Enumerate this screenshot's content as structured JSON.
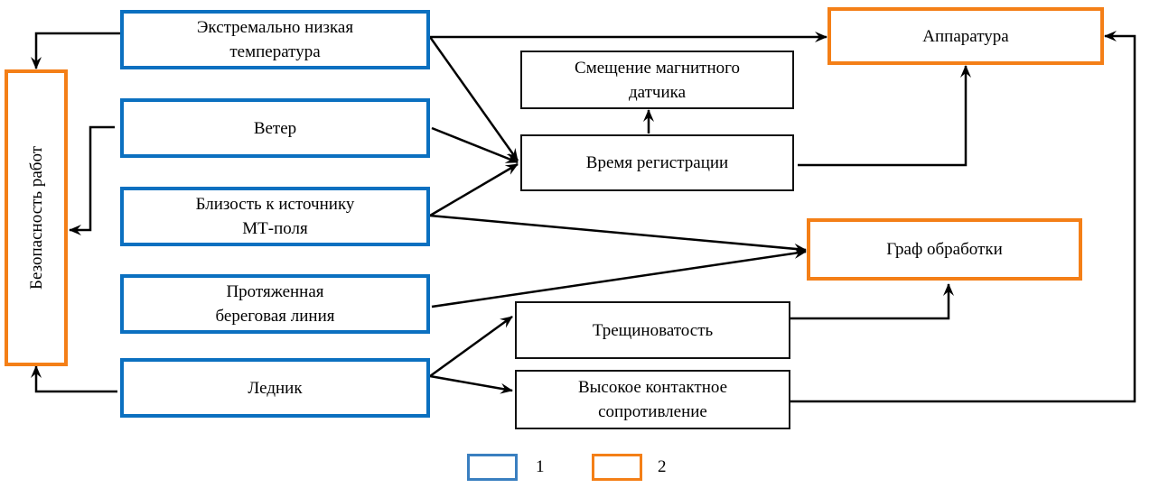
{
  "diagram": {
    "nodes": {
      "safety": "Безопасность работ",
      "low_temp": [
        "Экстремально низкая",
        "температура"
      ],
      "wind": "Ветер",
      "mt_source": [
        "Близость к источнику",
        "МТ-поля"
      ],
      "coastline": [
        "Протяженная",
        "береговая линия"
      ],
      "glacier": "Ледник",
      "sensor_shift": [
        "Смещение магнитного",
        "датчика"
      ],
      "reg_time": "Время регистрации",
      "fracturing": "Трещиноватость",
      "contact_res": [
        "Высокое контактное",
        "сопротивление"
      ],
      "equipment": "Аппаратура",
      "processing": "Граф обработки"
    },
    "edges": [
      {
        "from": "low_temp",
        "to": "safety"
      },
      {
        "from": "wind",
        "to": "safety"
      },
      {
        "from": "glacier",
        "to": "safety"
      },
      {
        "from": "low_temp",
        "to": "equipment"
      },
      {
        "from": "low_temp",
        "to": "reg_time"
      },
      {
        "from": "wind",
        "to": "reg_time"
      },
      {
        "from": "mt_source",
        "to": "reg_time"
      },
      {
        "from": "mt_source",
        "to": "processing"
      },
      {
        "from": "coastline",
        "to": "processing"
      },
      {
        "from": "reg_time",
        "to": "sensor_shift"
      },
      {
        "from": "reg_time",
        "to": "equipment"
      },
      {
        "from": "glacier",
        "to": "fracturing"
      },
      {
        "from": "glacier",
        "to": "contact_res"
      },
      {
        "from": "fracturing",
        "to": "processing"
      },
      {
        "from": "contact_res",
        "to": "equipment"
      }
    ],
    "colors": {
      "category_1": "#0b70c0",
      "category_2": "#f47f17",
      "line": "#000000"
    }
  },
  "legend": {
    "item_1": "1",
    "item_2": "2"
  }
}
